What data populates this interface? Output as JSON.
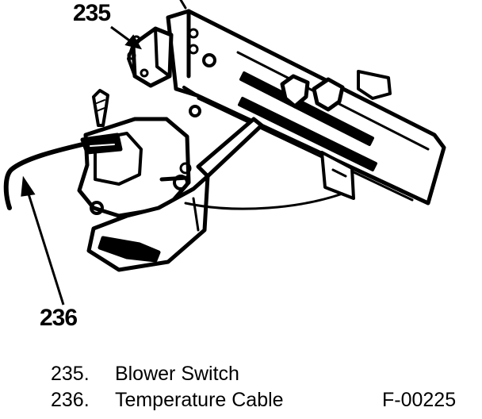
{
  "callouts": {
    "blower_switch": "235",
    "temperature_cable": "236"
  },
  "legend": {
    "items": [
      {
        "number": "235.",
        "label": "Blower Switch"
      },
      {
        "number": "236.",
        "label": "Temperature Cable"
      }
    ]
  },
  "figure_code": "F-00225"
}
